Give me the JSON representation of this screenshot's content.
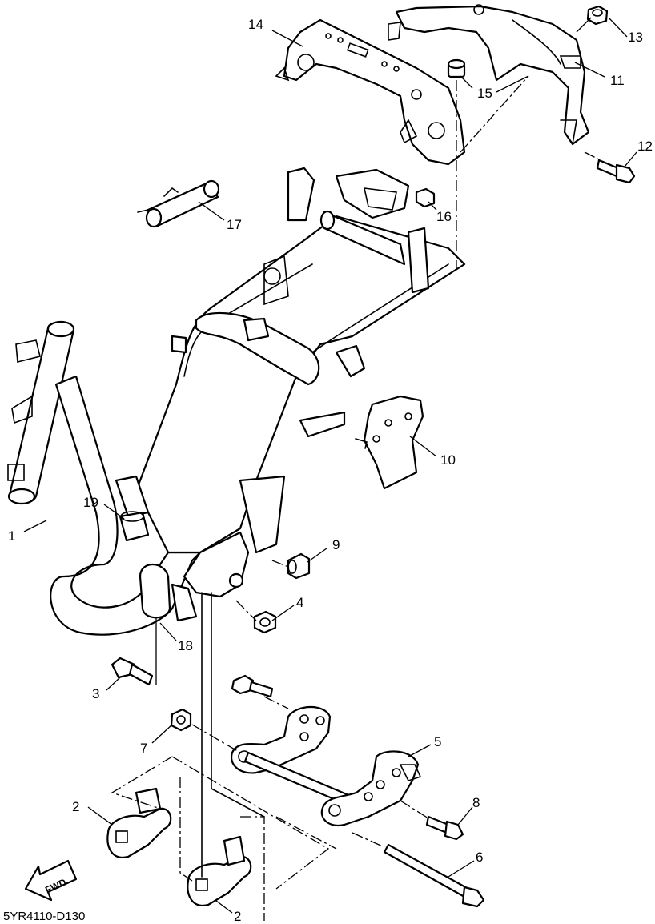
{
  "diagram": {
    "code": "5YR4110-D130",
    "fwd_label": "FWD",
    "callouts": [
      {
        "id": "1",
        "label": "1"
      },
      {
        "id": "2a",
        "label": "2"
      },
      {
        "id": "2b",
        "label": "2"
      },
      {
        "id": "3",
        "label": "3"
      },
      {
        "id": "4",
        "label": "4"
      },
      {
        "id": "5",
        "label": "5"
      },
      {
        "id": "6",
        "label": "6"
      },
      {
        "id": "7",
        "label": "7"
      },
      {
        "id": "8",
        "label": "8"
      },
      {
        "id": "9",
        "label": "9"
      },
      {
        "id": "10",
        "label": "10"
      },
      {
        "id": "11",
        "label": "11"
      },
      {
        "id": "12",
        "label": "12"
      },
      {
        "id": "13",
        "label": "13"
      },
      {
        "id": "14",
        "label": "14"
      },
      {
        "id": "15",
        "label": "15"
      },
      {
        "id": "16",
        "label": "16"
      },
      {
        "id": "17",
        "label": "17"
      },
      {
        "id": "18",
        "label": "18"
      },
      {
        "id": "19",
        "label": "19"
      }
    ]
  }
}
